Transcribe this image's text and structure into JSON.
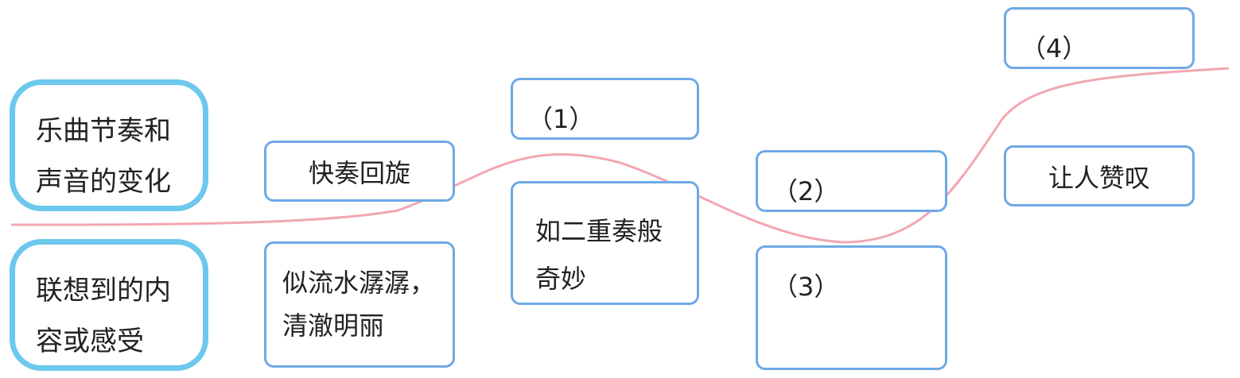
{
  "rows": {
    "row1": [
      "乐曲节奏和",
      "声音的变化"
    ],
    "row2": [
      "联想到的内",
      "容或感受"
    ]
  },
  "boxes": {
    "b1": "快奏回旋",
    "b2": [
      "似流水潺潺，",
      "清澈明丽"
    ],
    "b3": "（1）",
    "b4": [
      "如二重奏般",
      "奇妙"
    ],
    "b5": "（2）",
    "b6": "（3）",
    "b7": "（4）",
    "b8": "让人赞叹"
  },
  "colors": {
    "box_border": "#6ea9e6",
    "row_label_border": "#6cc8ec",
    "wave_line": "#f2a7b1"
  }
}
